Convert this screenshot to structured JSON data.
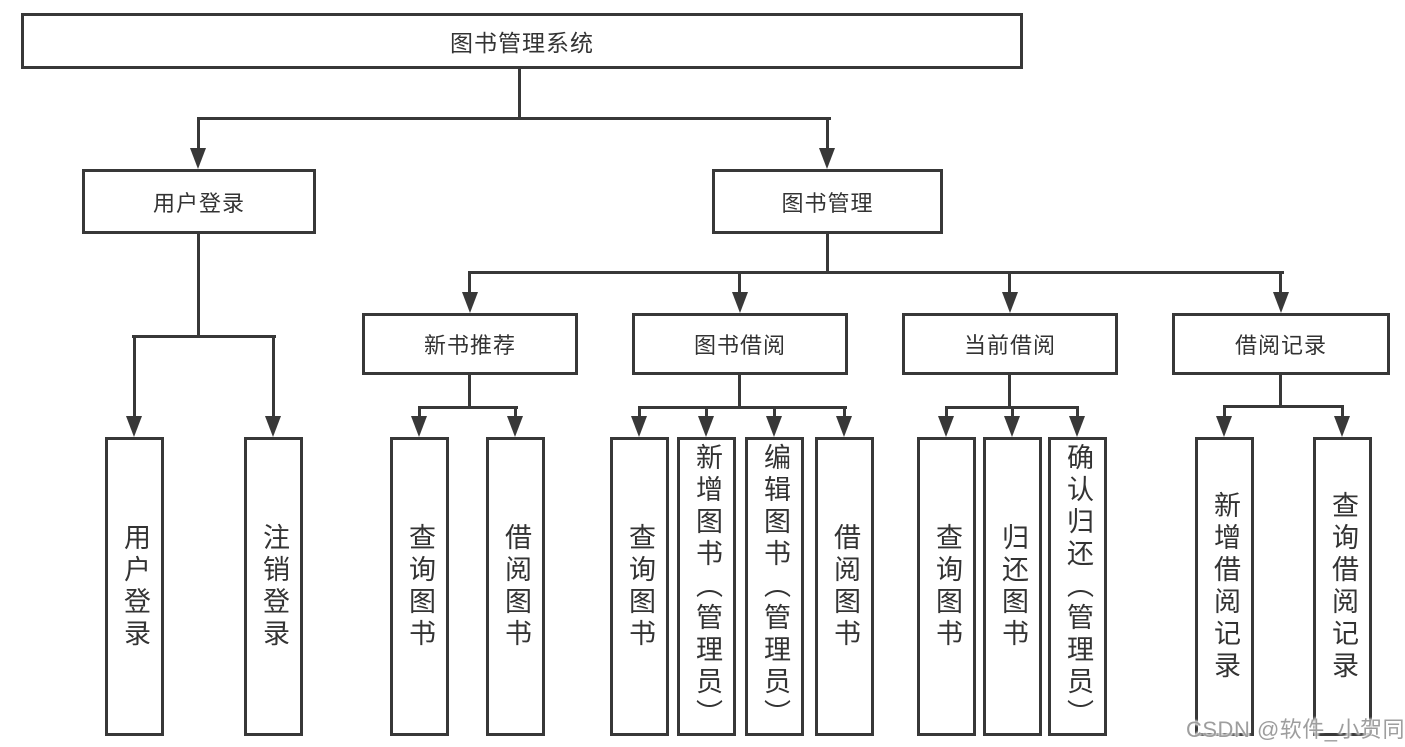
{
  "colors": {
    "line": "#383838",
    "text": "#333333",
    "background": "#ffffff",
    "watermark": "#9e9e9e"
  },
  "watermark": {
    "text": "CSDN @软件_小贺同学"
  },
  "diagram": {
    "type": "hierarchy-tree",
    "root": {
      "label": "图书管理系统"
    },
    "branches": [
      {
        "label": "用户登录",
        "children": [
          {
            "label": "用户登录"
          },
          {
            "label": "注销登录"
          }
        ]
      },
      {
        "label": "图书管理",
        "children": [
          {
            "label": "新书推荐",
            "children": [
              {
                "label": "查询图书"
              },
              {
                "label": "借阅图书"
              }
            ]
          },
          {
            "label": "图书借阅",
            "children": [
              {
                "label": "查询图书"
              },
              {
                "label": "新增图书（管理员）"
              },
              {
                "label": "编辑图书（管理员）"
              },
              {
                "label": "借阅图书"
              }
            ]
          },
          {
            "label": "当前借阅",
            "children": [
              {
                "label": "查询图书"
              },
              {
                "label": "归还图书"
              },
              {
                "label": "确认归还（管理员）"
              }
            ]
          },
          {
            "label": "借阅记录",
            "children": [
              {
                "label": "新增借阅记录"
              },
              {
                "label": "查询借阅记录"
              }
            ]
          }
        ]
      }
    ]
  }
}
